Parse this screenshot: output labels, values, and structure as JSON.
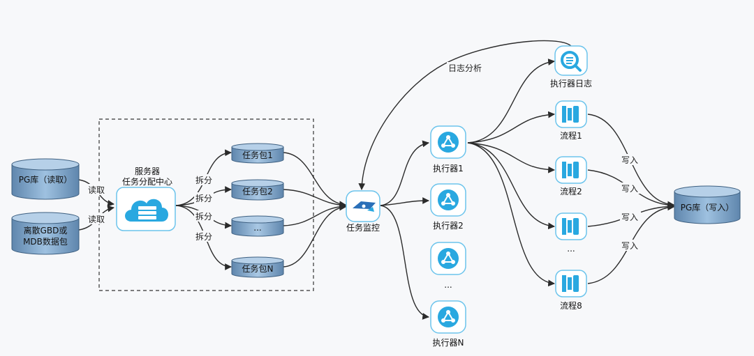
{
  "sources": {
    "pg_read": "PG库（读取）",
    "gbd_line1": "离散GBD或",
    "gbd_line2": "MDB数据包"
  },
  "edge_labels": {
    "read1": "读取",
    "read2": "读取",
    "split1": "拆分",
    "split2": "拆分",
    "split3": "拆分",
    "split4": "拆分",
    "log_analysis": "日志分析",
    "write1": "写入",
    "write2": "写入",
    "write3": "写入",
    "write4": "写入"
  },
  "server": {
    "line1": "服务器",
    "line2": "任务分配中心"
  },
  "packages": [
    "任务包1",
    "任务包2",
    "...",
    "任务包N"
  ],
  "monitor": "任务监控",
  "executors": [
    "执行器1",
    "执行器2",
    "...",
    "执行器N"
  ],
  "executor_log": "执行器日志",
  "flows": [
    "流程1",
    "流程2",
    "...",
    "流程8"
  ],
  "target": "PG库（写入）",
  "colors": {
    "cylinder_top": "#8fb4d6",
    "cylinder_body": "#6e93b8",
    "icon_blue": "#29a8e0",
    "icon_border": "#6cc4ec"
  }
}
